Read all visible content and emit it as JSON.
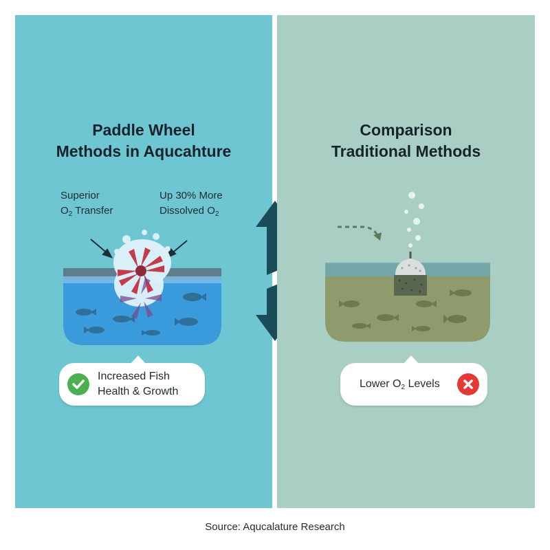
{
  "left_panel": {
    "title_line1": "Paddle Wheel",
    "title_line2": "Methods in Aqucahture",
    "callout_left_line1": "Superior",
    "callout_left_line2_pre": "O",
    "callout_left_line2_sub": "2",
    "callout_left_line2_post": " Transfer",
    "callout_right_line1": "Up 30% More",
    "callout_right_line2_pre": "Dissolved O",
    "callout_right_line2_sub": "2",
    "result_line1": "Increased Fish",
    "result_line2": "Health & Growth",
    "result_icon": "check-circle-icon",
    "background_color": "#6ec6d2"
  },
  "right_panel": {
    "title_line1": "Comparison",
    "title_line2": "Traditional Methods",
    "result_pre": "Lower O",
    "result_sub": "2",
    "result_post": " Levels",
    "result_icon": "x-circle-icon",
    "background_color": "#a9cfc4"
  },
  "divider_icon": "double-arrow-icon",
  "colors": {
    "success": "#4caf50",
    "error": "#e53935",
    "arrow": "#1a4b58",
    "paddle": "#c63a4e"
  },
  "source": "Source: Aqucalature Research"
}
